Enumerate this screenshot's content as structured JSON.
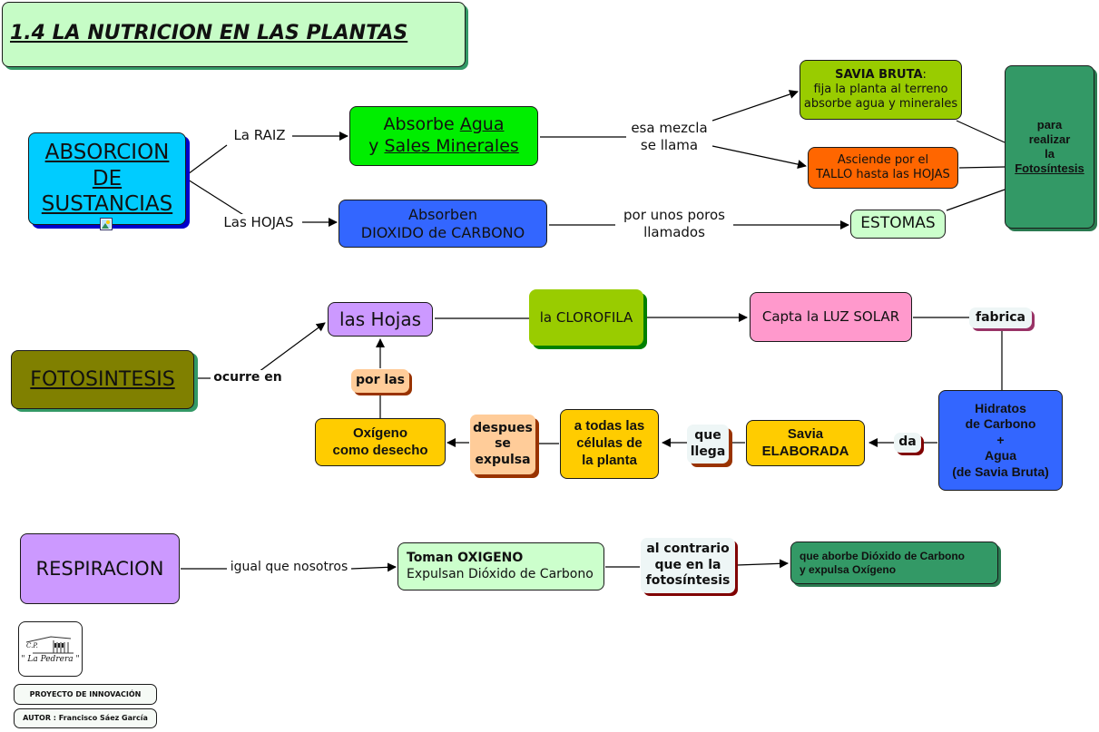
{
  "title": "1.4 LA NUTRICION EN LAS PLANTAS",
  "colors": {
    "title_bg": "#c6fcc6",
    "absorcion": "#00ccff",
    "absorcion_shadow": "#0000cc",
    "agua": "#00ee00",
    "dioxido": "#3366ff",
    "savia_bruta": "#99cc00",
    "asciende": "#ff6600",
    "estomas": "#ccffcc",
    "para_realizar": "#339966",
    "fotosintesis": "#808000",
    "hojas": "#cc99ff",
    "clorofila": "#99cc00",
    "luz": "#ff99cc",
    "hidratos": "#3366ff",
    "orange": "#ffcc00",
    "peach": "#ffcc99",
    "respiracion": "#cc99ff",
    "toman": "#ccffcc",
    "aborbe": "#339966"
  },
  "section1": {
    "root": [
      "ABSORCION",
      "DE",
      "SUSTANCIAS"
    ],
    "root_icon": "image-attachment-icon",
    "link_raiz": "La RAIZ",
    "link_hojas": "Las HOJAS",
    "agua_line1_a": "Absorbe ",
    "agua_line1_b": "Agua",
    "agua_line2_a": "y ",
    "agua_line2_b": "Sales Minerales",
    "dioxido_line1": "Absorben",
    "dioxido_line2": "DIOXIDO de CARBONO",
    "link_mezcla": "esa mezcla\nse llama",
    "link_poros": "por unos poros\nllamados",
    "savia_bruta_title": "SAVIA BRUTA",
    "savia_bruta_colon": ":",
    "savia_bruta_line2": "fija la planta al terreno",
    "savia_bruta_line3": "absorbe agua y minerales",
    "asciende_line1": "Asciende por el",
    "asciende_line2": "TALLO hasta las HOJAS",
    "estomas": "ESTOMAS",
    "para_lines": [
      "para",
      "realizar",
      "la"
    ],
    "para_underlined": "Fotosíntesis"
  },
  "section2": {
    "root": "FOTOSINTESIS",
    "link_ocurre": "ocurre en",
    "hojas": "las Hojas",
    "clorofila": "la CLOROFILA",
    "luz": "Capta la LUZ SOLAR",
    "link_fabrica": "fabrica",
    "hidratos": "Hidratos\nde Carbono\n+\nAgua\n(de Savia Bruta)",
    "link_da": "da",
    "savia_elaborada": "Savia\nELABORADA",
    "link_que_llega": "que\nllega",
    "celulas": "a todas las\ncélulas de\nla planta",
    "link_despues": "despues\nse\nexpulsa",
    "oxigeno": "Oxígeno\ncomo desecho",
    "link_por_las": "por las"
  },
  "section3": {
    "root": "RESPIRACION",
    "link_igual": "igual que nosotros",
    "toman_line1": "Toman OXIGENO",
    "toman_line2": "Expulsan Dióxido de Carbono",
    "link_contrario": "al contrario\nque en la\nfotosíntesis",
    "aborbe": "que aborbe Dióxido de Carbono\ny expulsa Oxígeno"
  },
  "footer": {
    "logo_line1": "C.P.",
    "logo_line2": "\" La Pedrera \"",
    "proyecto": "PROYECTO DE INNOVACIÓN",
    "autor": "AUTOR : Francisco Sáez García"
  }
}
